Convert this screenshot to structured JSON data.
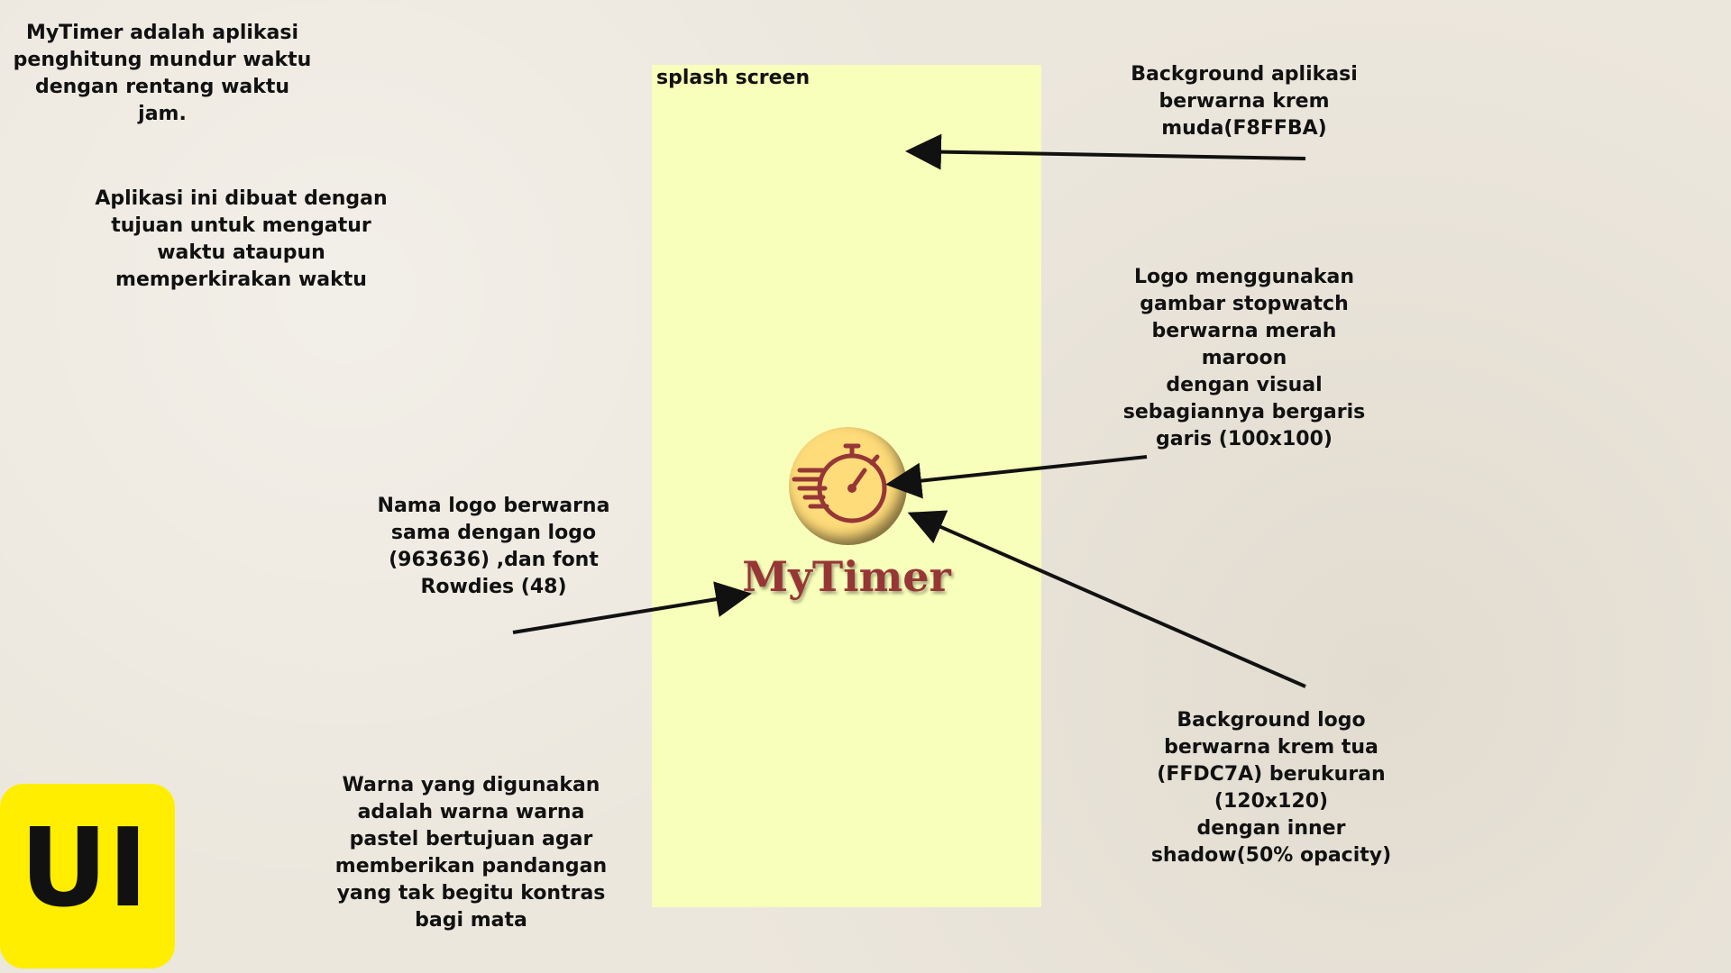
{
  "notes": {
    "intro": "MyTimer adalah aplikasi\npenghitung mundur waktu\ndengan rentang waktu\njam.",
    "purpose": "Aplikasi ini dibuat dengan\ntujuan untuk mengatur\nwaktu ataupun\nmemperkirakan waktu",
    "background": "Background aplikasi\nberwarna krem\nmuda(F8FFBA)",
    "logo": "Logo menggunakan\ngambar stopwatch\nberwarna merah\nmaroon\ndengan visual\nsebagiannya bergaris\ngaris (100x100)",
    "logo_name": "Nama logo berwarna\nsama dengan logo\n(963636) ,dan font\nRowdies (48)",
    "colors": "Warna yang digunakan\nadalah warna warna\npastel bertujuan agar\nmemberikan pandangan\nyang tak begitu kontras\nbagi mata",
    "logo_background": "Background logo\nberwarna krem tua\n(FFDC7A) berukuran\n(120x120)\ndengan inner\nshadow(50% opacity)"
  },
  "screen": {
    "label": "splash screen",
    "app_name": "MyTimer",
    "background_color": "#F8FFBA",
    "logo_background_color": "#FFDC7A",
    "logo_color": "#963636"
  },
  "badge": {
    "text": "UI",
    "color": "#FFEE00"
  },
  "icons": {
    "logo": "stopwatch-icon"
  }
}
